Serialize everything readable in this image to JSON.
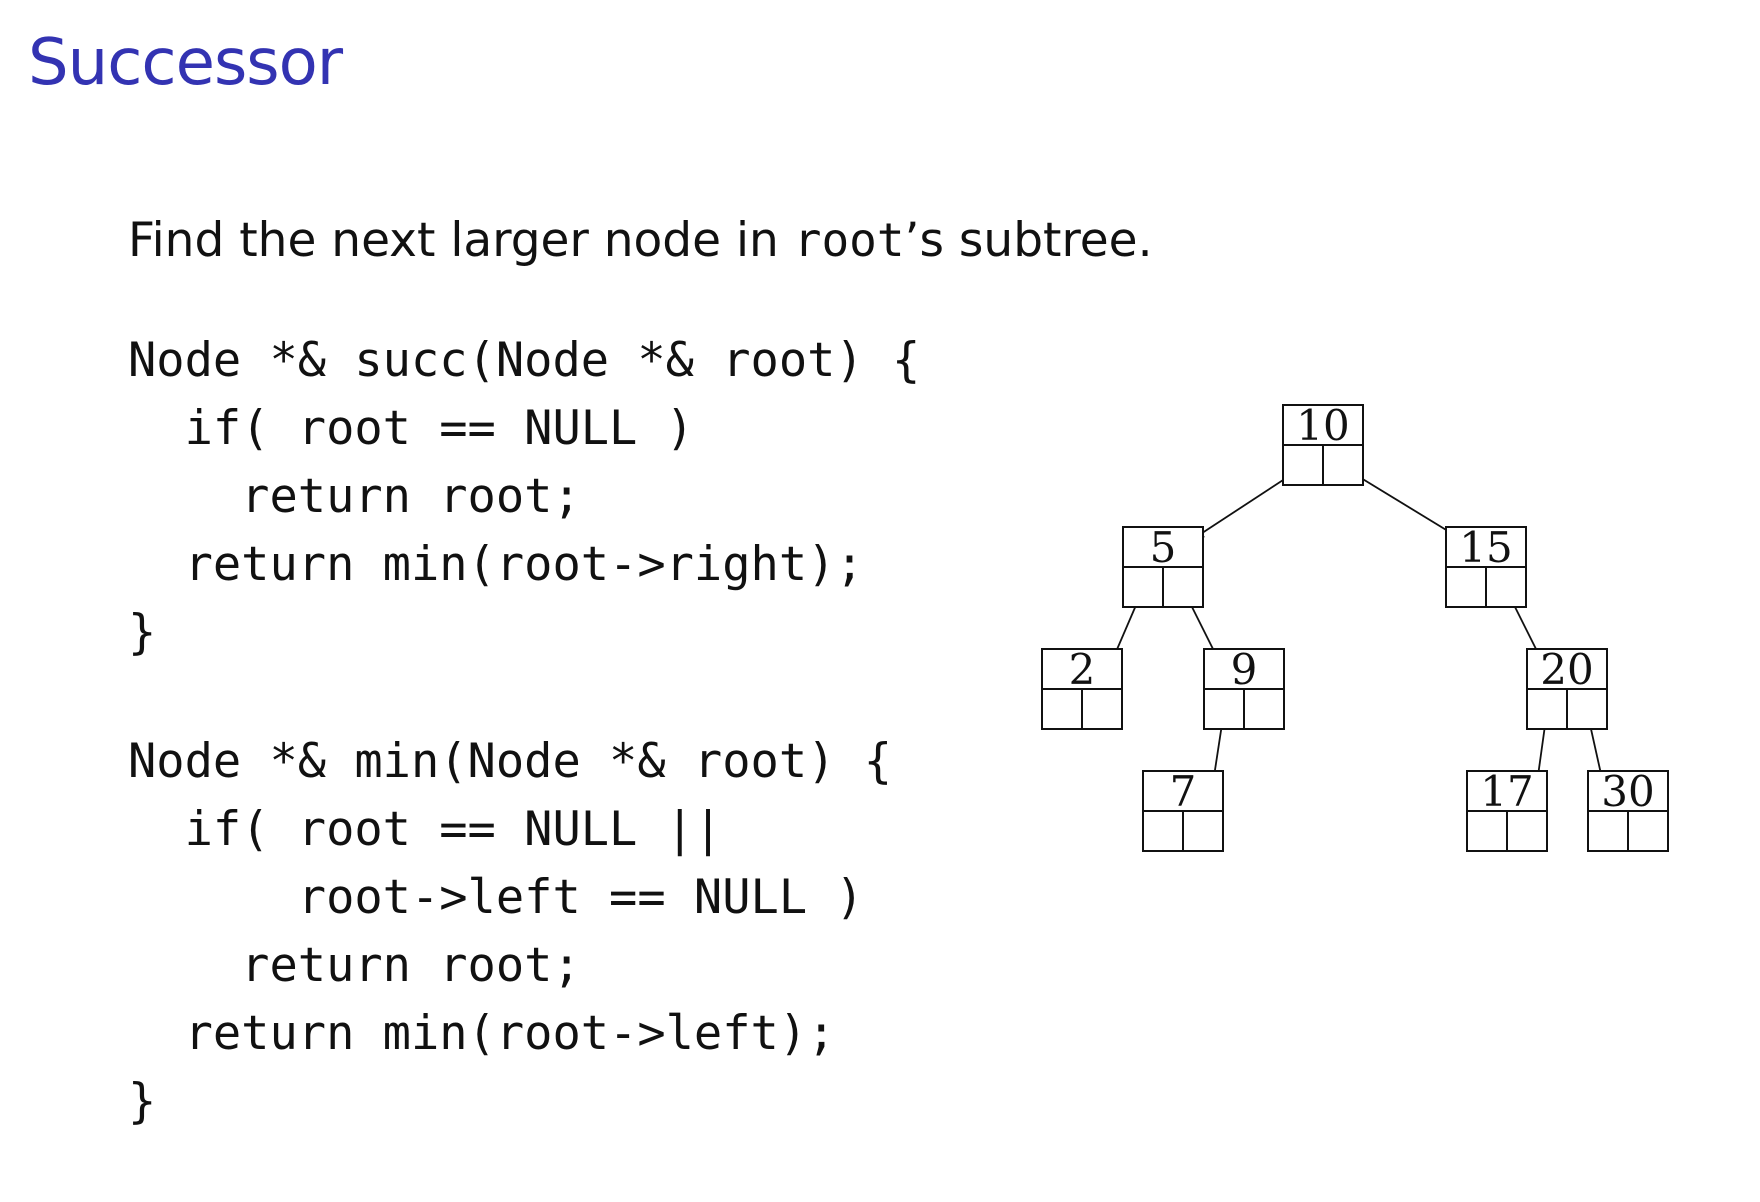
{
  "title": "Successor",
  "intro": {
    "before": "Find the next larger node in ",
    "code": "root",
    "after": "’s subtree."
  },
  "code_succ": [
    "Node *& succ(Node *& root) {",
    "  if( root == NULL )",
    "    return root;",
    "  return min(root->right);",
    "}"
  ],
  "code_min": [
    "Node *& min(Node *& root) {",
    "  if( root == NULL ||",
    "      root->left == NULL )",
    "    return root;",
    "  return min(root->left);",
    "}"
  ],
  "tree": {
    "nodes": [
      {
        "id": "n10",
        "key": "10"
      },
      {
        "id": "n5",
        "key": "5"
      },
      {
        "id": "n15",
        "key": "15"
      },
      {
        "id": "n2",
        "key": "2"
      },
      {
        "id": "n9",
        "key": "9"
      },
      {
        "id": "n20",
        "key": "20"
      },
      {
        "id": "n7",
        "key": "7"
      },
      {
        "id": "n17",
        "key": "17"
      },
      {
        "id": "n30",
        "key": "30"
      }
    ],
    "edges": [
      {
        "from": "n10",
        "to": "n5",
        "side": "left"
      },
      {
        "from": "n10",
        "to": "n15",
        "side": "right"
      },
      {
        "from": "n5",
        "to": "n2",
        "side": "left"
      },
      {
        "from": "n5",
        "to": "n9",
        "side": "right"
      },
      {
        "from": "n15",
        "to": "n20",
        "side": "right"
      },
      {
        "from": "n9",
        "to": "n7",
        "side": "left"
      },
      {
        "from": "n20",
        "to": "n17",
        "side": "left"
      },
      {
        "from": "n20",
        "to": "n30",
        "side": "right"
      }
    ]
  }
}
